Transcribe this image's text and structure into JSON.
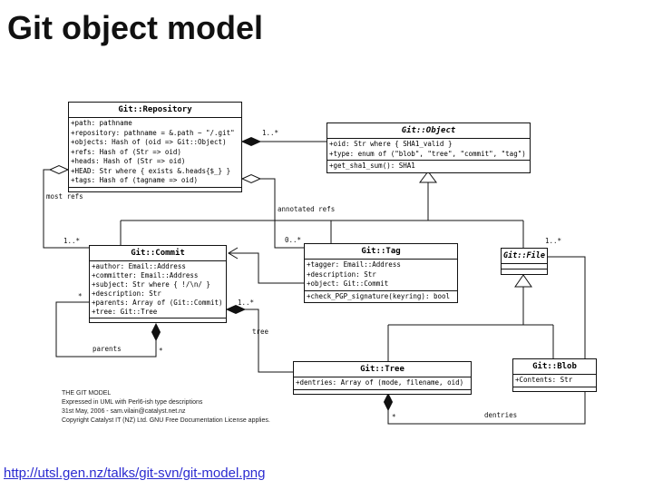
{
  "slide": {
    "title": "Git object model",
    "link": "http://utsl.gen.nz/talks/git-svn/git-model.png"
  },
  "classes": {
    "repository": {
      "name": "Git::Repository",
      "attrs": [
        "+path: pathname",
        "+repository: pathname = &.path ~ \"/.git\"",
        "+objects: Hash of (oid => Git::Object)",
        "+refs: Hash of (Str => oid)",
        "+heads: Hash of (Str => oid)",
        "+HEAD: Str where { exists &.heads{$_} }",
        "+tags: Hash of (tagname => oid)"
      ]
    },
    "object": {
      "name": "Git::Object",
      "attrs": [
        "+oid: Str where { SHA1_valid }",
        "+type: enum of (\"blob\", \"tree\", \"commit\", \"tag\")"
      ],
      "methods": [
        "+get_sha1_sum(): SHA1"
      ]
    },
    "commit": {
      "name": "Git::Commit",
      "attrs": [
        "+author: Email::Address",
        "+committer: Email::Address",
        "+subject: Str where { !/\\n/ }",
        "+description: Str",
        "+parents: Array of (Git::Commit)",
        "+tree: Git::Tree"
      ]
    },
    "tag": {
      "name": "Git::Tag",
      "attrs": [
        "+tagger: Email::Address",
        "+description: Str",
        "+object: Git::Commit"
      ],
      "methods": [
        "+check_PGP_signature(keyring): bool"
      ]
    },
    "file": {
      "name": "Git::File"
    },
    "tree": {
      "name": "Git::Tree",
      "attrs": [
        "+dentries: Array of (mode, filename, oid)"
      ]
    },
    "blob": {
      "name": "Git::Blob",
      "attrs": [
        "+Contents: Str"
      ]
    }
  },
  "labels": {
    "objects_mult": "1..*",
    "heads_mult": "1..*",
    "most_refs": "most refs",
    "annotated_refs": "annotated refs",
    "tags_mult": "0..*",
    "files_mult": "1..*",
    "parents_label": "parents",
    "parents_mult_src": "*",
    "parents_mult_end": "*",
    "tree_label": "tree",
    "tree_mult": "1..*",
    "dentries_label": "dentries",
    "dentries_mult": "*"
  },
  "notes": [
    "THE GIT MODEL",
    "Expressed in UML with Perl6-ish type descriptions",
    "31st May, 2006 - sam.vilain@catalyst.net.nz",
    "Copyright Catalyst IT (NZ) Ltd.  GNU Free Documentation License applies."
  ],
  "colors": {
    "link": "#2b2bd0",
    "line": "#111111"
  }
}
